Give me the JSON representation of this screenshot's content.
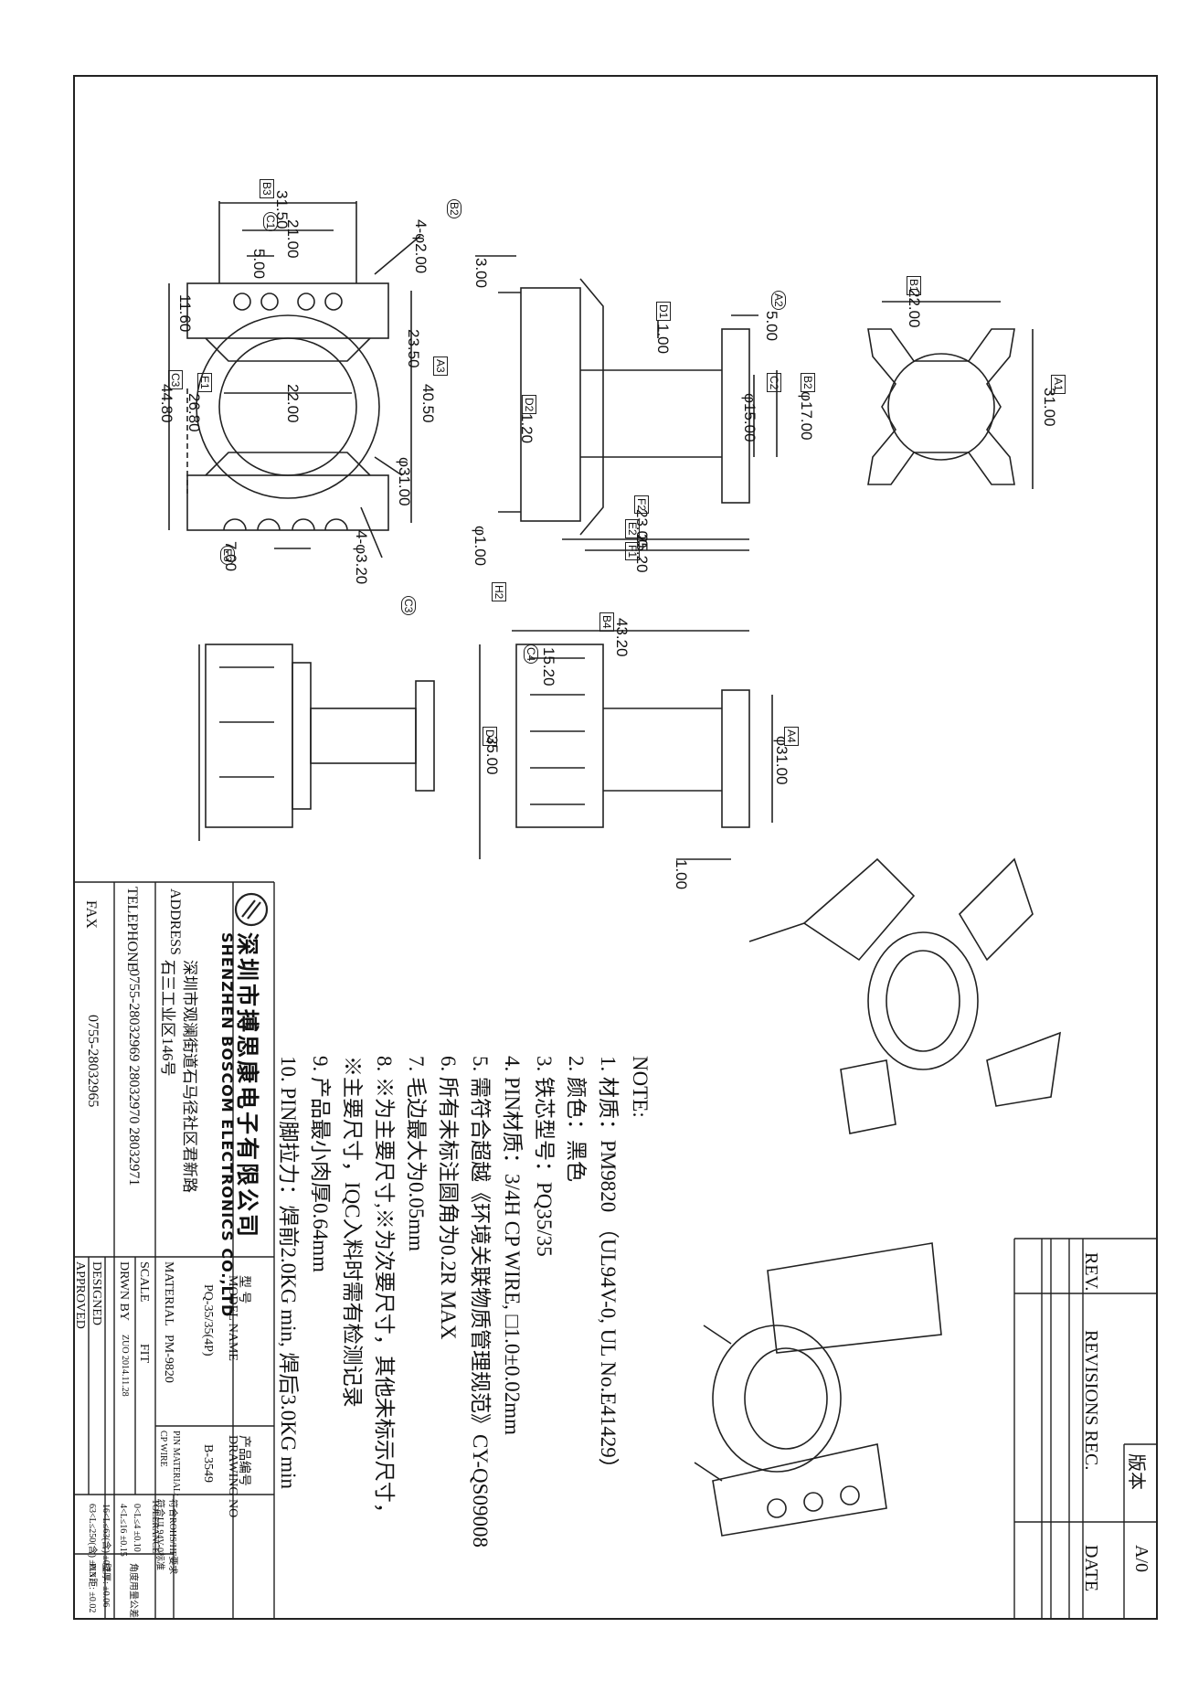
{
  "dimensions": {
    "d_31_50": "31.50",
    "d_21_00": "21.00",
    "d_5_00_top": "5.00",
    "d_4_phi2": "4-φ2.00",
    "d_11_60": "11.60",
    "d_44_80": "44.80",
    "d_26_80": "26.80",
    "d_22_00_mid": "22.00",
    "d_23_50": "23.50",
    "d_40_50": "40.50",
    "d_phi31": "φ31.00",
    "d_7_00": "7.00",
    "d_4_phi3_2": "4-φ3.20",
    "d_3_00": "3.00",
    "d_1_00_side": "1.00",
    "d_1_20": "1.20",
    "d_5_00_side": "5.00",
    "d_phi17": "φ17.00",
    "d_phi15": "φ15.00",
    "d_23_00": "23.00",
    "d_25_20": "25.20",
    "d_phi1": "φ1.00",
    "d_22_00_right": "22.00",
    "d_31_00_right": "31.00",
    "d_43_20": "43.20",
    "d_15_20": "15.20",
    "d_35_00": "35.00",
    "d_phi31_lower": "φ31.00",
    "d_1_00_lower": "1.00"
  },
  "tags": {
    "B3": "B3",
    "C1": "C1",
    "B2": "B2",
    "C3_left": "C3",
    "E1": "E1",
    "A3": "A3",
    "E3": "E3",
    "C3_circle": "C3",
    "D1": "D1",
    "A2": "A2",
    "D2": "D2",
    "C2": "C2",
    "B2_side": "B2",
    "F2": "F2",
    "E2": "E2",
    "F1": "F1",
    "H2": "H2",
    "B1": "B1",
    "A1": "A1",
    "B4": "B4",
    "C4": "C4",
    "D4": "D4",
    "A4": "A4"
  },
  "notes": {
    "heading": "NOTE:",
    "lines": [
      "1.  材质：PM9820 （UL94V-0, UL No.E41429）",
      "2.  颜色：黑色",
      "3.  铁芯型号：PQ35/35",
      "4.  PIN材质：3/4H CP WIRE, □1.0±0.02mm",
      "5.  需符合超越《环境关联物质管理规范》CY-QS09008",
      "6.  所有未标注圆角为0.2R MAX",
      "7.  毛边最大为0.05mm",
      "8.  ※为主要尺寸,※为次要尺寸，其他未标示尺寸，",
      "     ※主要尺寸，IQC入料时需有检测记录",
      "9.  产品最小肉厚0.64mm",
      "10. PIN脚拉力：焊前2.0KG min, 焊后3.0KG min"
    ]
  },
  "revisions": {
    "rev": "REV.",
    "revisions_rec": "REVISIONS REC.",
    "date": "DATE",
    "version_label": "版本",
    "version_value": "A/0"
  },
  "title_block": {
    "company_cn": "深圳市搏思康电子有限公司",
    "company_en": "SHENZHEN BOSCOM ELECTRONICS CO.,LTD",
    "address_label": "ADDRESS",
    "address_value_1": "深圳市观澜街道石马径社区君新路",
    "address_value_2": "石三工业区146号",
    "telephone_label": "TELEPHONE",
    "telephone_value": "0755-28032969  28032970  28032971",
    "fax_label": "FAX",
    "fax_value": "0755-28032965",
    "model_cn": "型    号",
    "model_label": "MODEL NAME",
    "model_value": "PQ-35/35(4P)",
    "drawing_cn": "产品编号",
    "drawing_label": "DRAWING NO",
    "drawing_value": "B-3549",
    "material_label": "MATERIAL",
    "material_value": "PM-9820",
    "pin_material_label": "PIN MATERIAL:",
    "pin_material_value": "CP WIRE",
    "rohs": "符合ROHS/HF要求",
    "ul": "符合UL94V-0标准",
    "scale_label": "SCALE",
    "scale_value": "FIT",
    "drwn_label": "DRWN BY",
    "drwn_value": "ZUO  2014.11.28",
    "designed_label": "DESIGNED",
    "approved_label": "APPROVED",
    "tolerance_label": "TOLERANCE",
    "tol_1": "0<L≤4         ±0.10",
    "tol_2": "4<L≤16        ±0.15",
    "tol_3": "16<L≤63(含)   ±0.2",
    "tol_4": "63<L≤250(含) ±0.3",
    "tol_5": "角度用量公差",
    "tol_6": "壁厚: ±0.06",
    "tol_7": "PIN距: ±0.02"
  }
}
